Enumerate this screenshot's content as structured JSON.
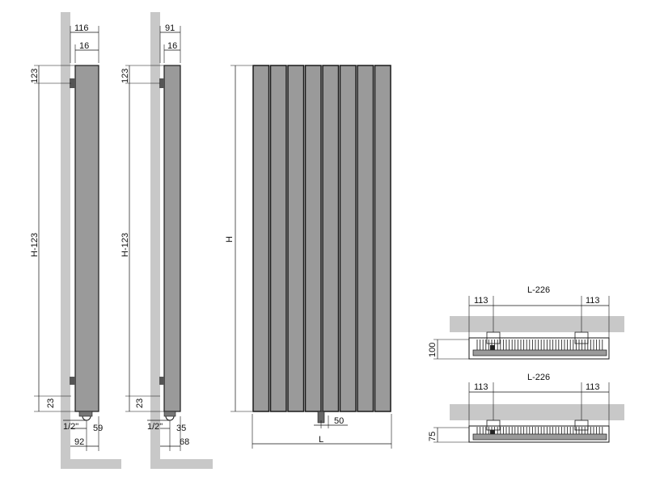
{
  "side_view_deep": {
    "width_total": "116",
    "offset_top": "16",
    "top_spacing": "123",
    "height_label": "H-123",
    "bottom_spacing": "23",
    "pipe_size": "1/2\"",
    "pipe_offset": "59",
    "depth_bottom": "92"
  },
  "side_view_slim": {
    "width_total": "91",
    "offset_top": "16",
    "top_spacing": "123",
    "height_label": "H-123",
    "bottom_spacing": "23",
    "pipe_size": "1/2\"",
    "pipe_offset": "35",
    "depth_bottom": "68"
  },
  "front_view": {
    "height_label": "H",
    "width_label": "L",
    "connection_offset": "50",
    "panel_count": 8
  },
  "top_view_deep": {
    "left_bracket": "113",
    "bracket_span": "L-226",
    "right_bracket": "113",
    "depth": "100"
  },
  "top_view_slim": {
    "left_bracket": "113",
    "bracket_span": "L-226",
    "right_bracket": "113",
    "depth": "75"
  },
  "colors": {
    "wall": "#c8c8c8",
    "radiator": "#9a9a9a",
    "outline": "#1a1a1a"
  }
}
